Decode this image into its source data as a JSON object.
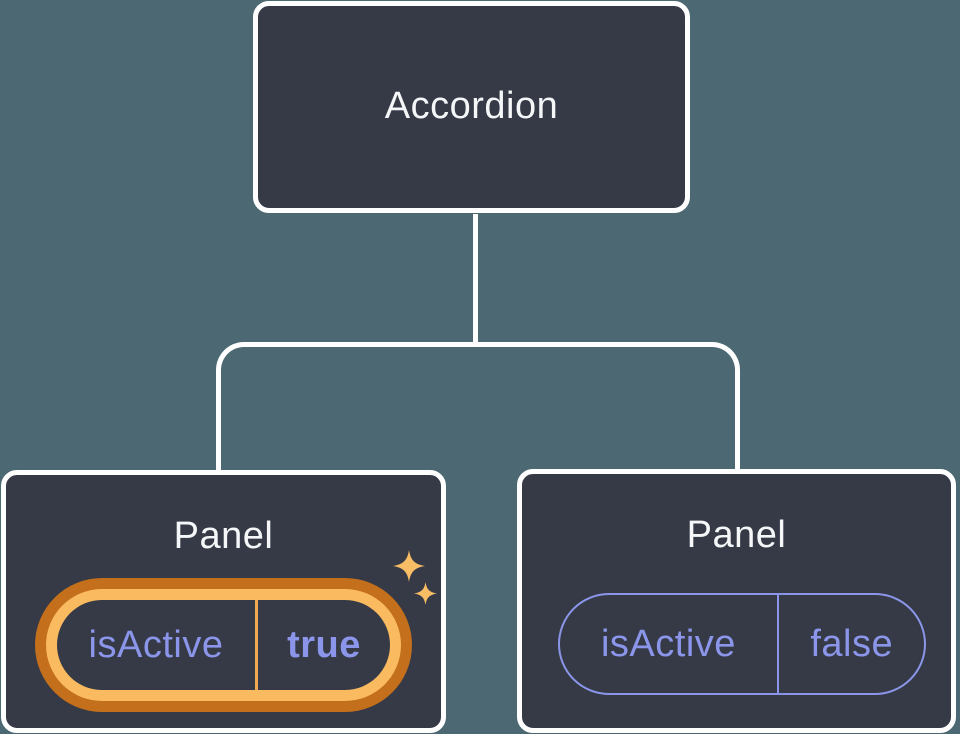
{
  "diagram": {
    "kind": "component-tree",
    "root": {
      "label": "Accordion"
    },
    "children": [
      {
        "label": "Panel",
        "prop": {
          "name": "isActive",
          "value": "true"
        },
        "highlighted": true,
        "icon": "sparkles"
      },
      {
        "label": "Panel",
        "prop": {
          "name": "isActive",
          "value": "false"
        },
        "highlighted": false
      }
    ]
  },
  "colors": {
    "canvas-bg": "#4c6973",
    "node-bg": "#353a46",
    "node-border": "#ffffff",
    "title-text": "#f4f6f8",
    "prop-text": "#8b96ea",
    "pill-border-plain": "#8b96ea",
    "highlight-outer": "#c36f1b",
    "highlight-inner": "#f9ba60",
    "highlight-divider": "#f0a951",
    "sparkle": "#f9bd66",
    "connector": "#ffffff"
  }
}
